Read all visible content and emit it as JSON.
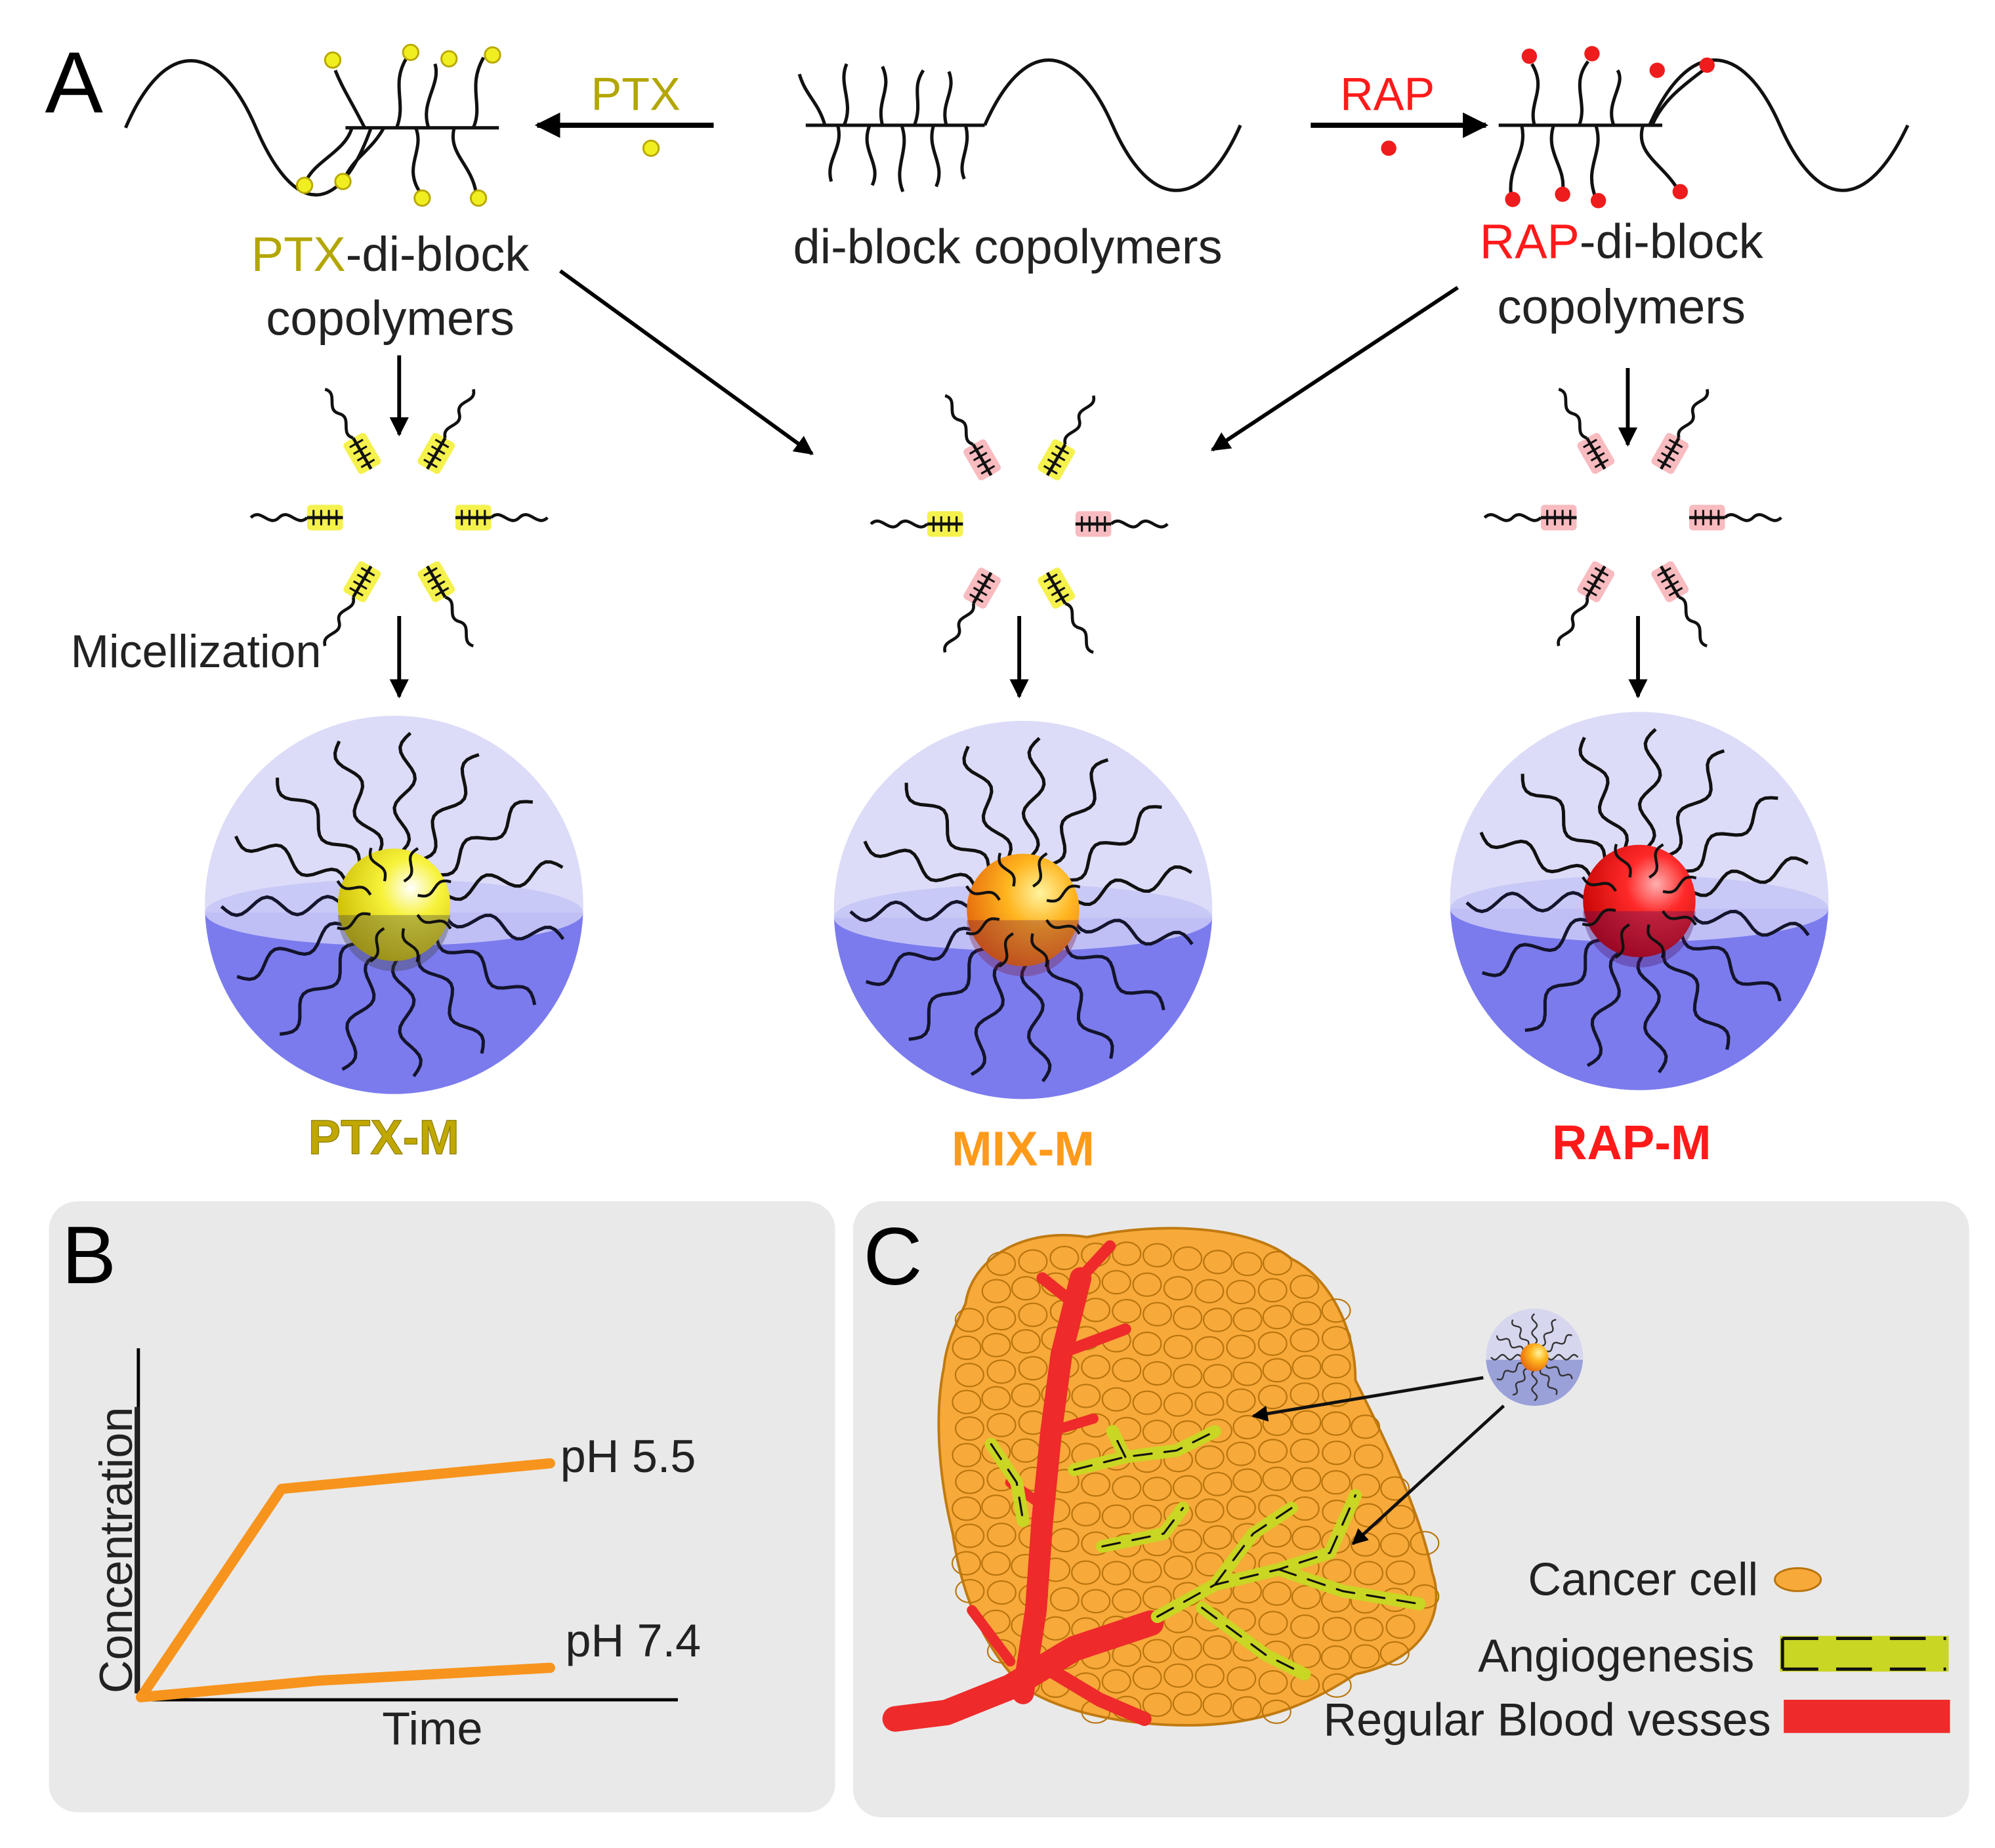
{
  "panel_a": {
    "letter": "A",
    "arrow_ptx_label": "PTX",
    "arrow_rap_label": "RAP",
    "center_label": "di-block copolymers",
    "left_label_prefix": "PTX",
    "left_label_suffix": "-di-block",
    "left_label_line2": "copolymers",
    "right_label_prefix": "RAP",
    "right_label_suffix": "-di-block",
    "right_label_line2": "copolymers",
    "micellization_label": "Micellization",
    "micelle_labels": [
      "PTX-M",
      "MIX-M",
      "RAP-M"
    ]
  },
  "panel_b": {
    "letter": "B",
    "ylabel": "Concentration",
    "xlabel": "Time",
    "series_labels": [
      "pH 5.5",
      "pH 7.4"
    ]
  },
  "panel_c": {
    "letter": "C",
    "legend": [
      "Cancer cell",
      "Angiogenesis",
      "Regular Blood vesses"
    ]
  },
  "colors": {
    "ptx": "#c8c800",
    "ptx_text": "#b3a600",
    "rap": "#ff1a1a",
    "mix": "#ff9a1a",
    "curve": "#f7941d",
    "tumor": "#f7a93a",
    "vessel": "#ee2a2a",
    "angio": "#c9d623",
    "panel_bg": "#e9e9e9"
  }
}
